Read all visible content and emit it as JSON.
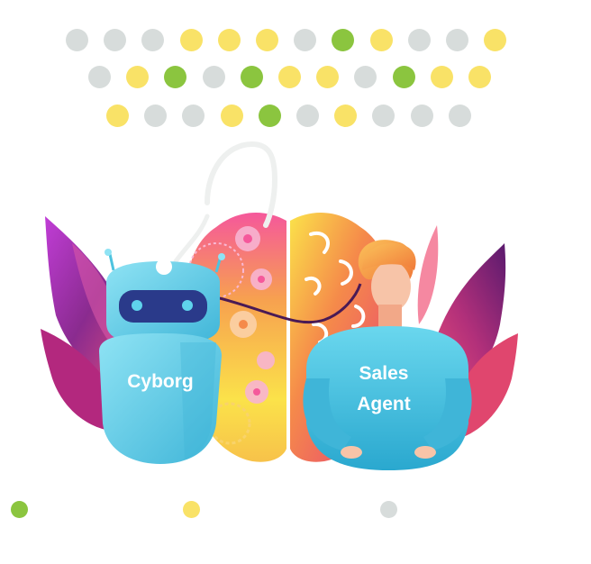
{
  "illustration": {
    "cyborg_label": "Cyborg",
    "agent_label_line1": "Sales",
    "agent_label_line2": "Agent"
  },
  "colors": {
    "gray": "#d7dcdb",
    "yellow": "#f9e267",
    "green": "#8bc53f",
    "robot_body": "#5fd3ec",
    "agent_shirt": "#4ec3df",
    "brain_warm": "#f47a4a",
    "leaf_purple": "#8a2b8f"
  },
  "dot_rows": [
    [
      "gray",
      "gray",
      "gray",
      "yellow",
      "yellow",
      "yellow",
      "gray",
      "green",
      "yellow",
      "gray",
      "gray",
      "yellow"
    ],
    [
      "gray",
      "yellow",
      "green",
      "gray",
      "green",
      "yellow",
      "yellow",
      "gray",
      "green",
      "yellow",
      "yellow"
    ],
    [
      "yellow",
      "gray",
      "gray",
      "yellow",
      "green",
      "gray",
      "yellow",
      "gray",
      "gray",
      "gray"
    ]
  ],
  "legend_dots": [
    "green",
    "yellow",
    "gray"
  ]
}
